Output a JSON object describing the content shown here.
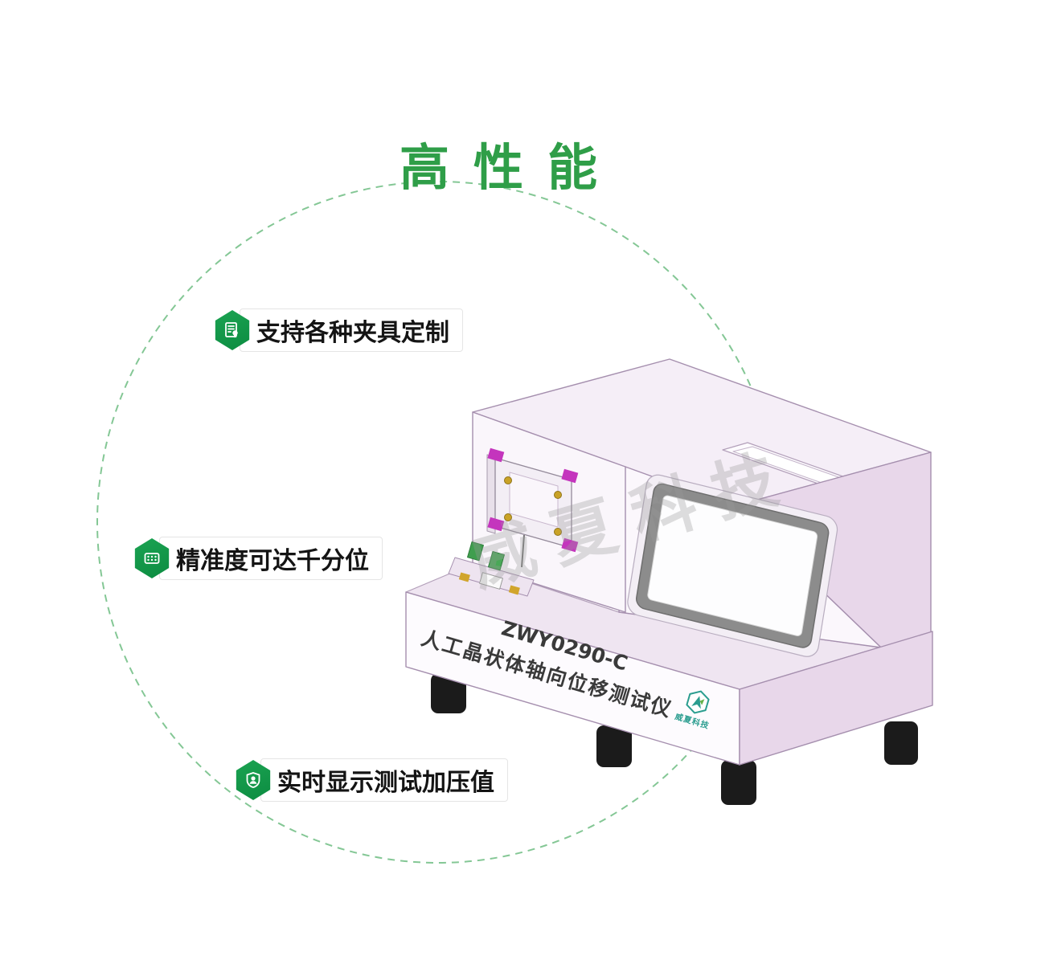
{
  "title": "高性能",
  "features": [
    {
      "label": "支持各种夹具定制",
      "icon": "certificate-icon"
    },
    {
      "label": "精准度可达千分位",
      "icon": "precision-icon"
    },
    {
      "label": "实时显示测试加压值",
      "icon": "pressure-display-icon"
    }
  ],
  "machine": {
    "model": "ZWY0290-C",
    "name": "人工晶状体轴向位移测试仪",
    "logo_text": "威夏科技",
    "watermark": "威夏科技"
  },
  "colors": {
    "title_green": "#2f9e48",
    "hexagon_green": "#0f9448",
    "dashed_circle": "#84c795",
    "body_white": "#fbf7fc",
    "body_lavender": "#e8d7ea",
    "top_face": "#f5eef7",
    "screen_bezel": "#8c8c8c",
    "magenta_pads": "#c435bd",
    "gold_screws": "#c9a227",
    "clamp_green": "#3f9e4e",
    "watermark_gray": "#bcbcbc"
  }
}
